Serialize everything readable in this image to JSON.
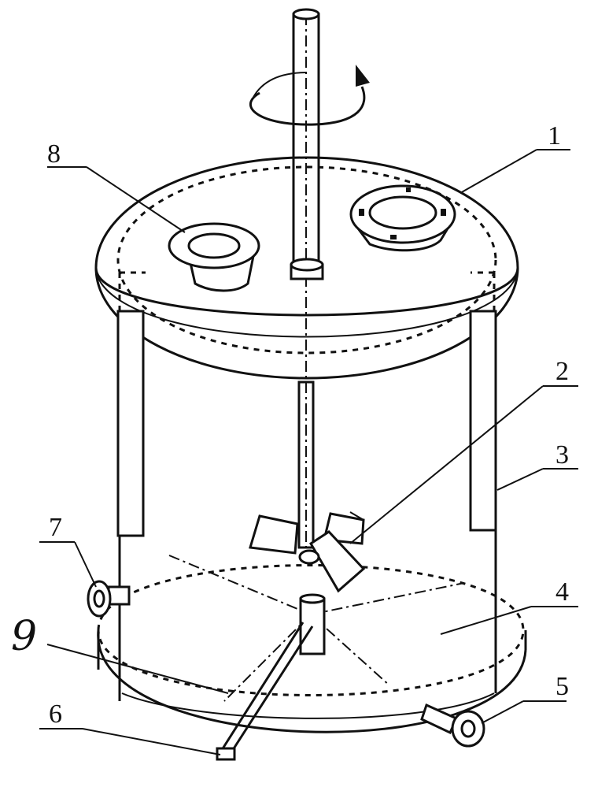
{
  "callouts": {
    "c1": "1",
    "c2": "2",
    "c3": "3",
    "c4": "4",
    "c5": "5",
    "c6": "6",
    "c7": "7",
    "c8": "8",
    "c9": "9"
  },
  "icons": {
    "rotation": "rotation-arrow-icon"
  }
}
